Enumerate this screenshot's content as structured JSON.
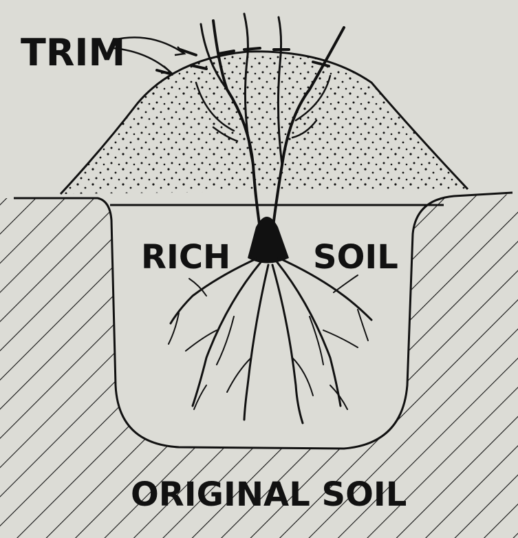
{
  "labels": {
    "trim": "TRIM",
    "rich": "RICH",
    "soil": "SOIL",
    "original_soil": "ORIGINAL SOIL"
  },
  "colors": {
    "background": "#dcdcd6",
    "ink": "#111111"
  }
}
